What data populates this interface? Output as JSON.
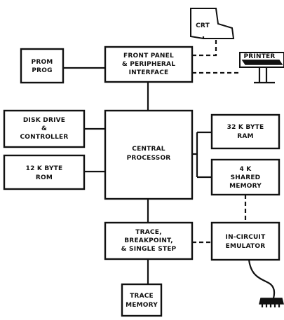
{
  "blocks": {
    "crt": [
      "CRT"
    ],
    "printer": [
      "PRINTER"
    ],
    "prom_prog": [
      "PROM",
      "PROG"
    ],
    "front_panel": [
      "FRONT PANEL",
      "& PERIPHERAL",
      "INTERFACE"
    ],
    "disk_drive": [
      "DISK DRIVE",
      "&",
      "CONTROLLER"
    ],
    "central_processor": [
      "CENTRAL",
      "PROCESSOR"
    ],
    "ram": [
      "32 K BYTE",
      "RAM"
    ],
    "rom": [
      "12 K BYTE",
      "ROM"
    ],
    "shared_memory": [
      "4 K",
      "SHARED",
      "MEMORY"
    ],
    "trace": [
      "TRACE,",
      "BREAKPOINT,",
      "& SINGLE STEP"
    ],
    "emulator": [
      "IN-CIRCUIT",
      "EMULATOR"
    ],
    "trace_memory": [
      "TRACE",
      "MEMORY"
    ]
  }
}
